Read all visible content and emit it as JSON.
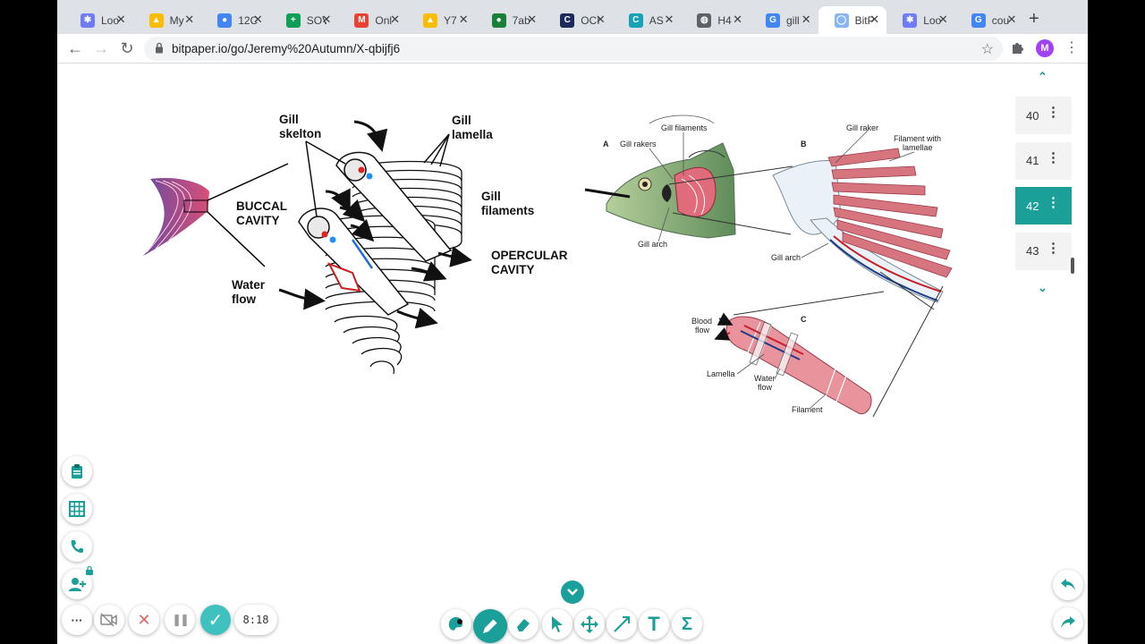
{
  "browser": {
    "tabs": [
      {
        "title": "Loo",
        "color": "#6f7bf7",
        "glyph": "✱",
        "icon": "looms-icon"
      },
      {
        "title": "My",
        "color": "#fbbc04",
        "glyph": "▲",
        "icon": "drive-icon"
      },
      {
        "title": "12C",
        "color": "#4285f4",
        "glyph": "●",
        "icon": "classroom-icon"
      },
      {
        "title": "SOV",
        "color": "#0f9d58",
        "glyph": "+",
        "icon": "sheets-icon"
      },
      {
        "title": "Onl",
        "color": "#ea4335",
        "glyph": "M",
        "icon": "gmail-icon"
      },
      {
        "title": "Y7",
        "color": "#fbbc04",
        "glyph": "▲",
        "icon": "drive-icon"
      },
      {
        "title": "7ab",
        "color": "#188038",
        "glyph": "●",
        "icon": "classroom-icon"
      },
      {
        "title": "OCI",
        "color": "#1a2b5c",
        "glyph": "C",
        "icon": "ocr-icon"
      },
      {
        "title": "AS",
        "color": "#18a2b5",
        "glyph": "C",
        "icon": "site-icon"
      },
      {
        "title": "H4",
        "color": "#5f6368",
        "glyph": "◍",
        "icon": "globe-icon"
      },
      {
        "title": "gill",
        "color": "#4285f4",
        "glyph": "G",
        "icon": "google-icon"
      },
      {
        "title": "BitP",
        "color": "#8ab4f8",
        "glyph": "◯",
        "icon": "bitpaper-icon"
      },
      {
        "title": "Loo",
        "color": "#6f7bf7",
        "glyph": "✱",
        "icon": "looms-icon"
      },
      {
        "title": "cou",
        "color": "#4285f4",
        "glyph": "G",
        "icon": "google-icon"
      }
    ],
    "active_tab": 11,
    "close_glyph": "✕",
    "new_tab_glyph": "+",
    "url": "bitpaper.io/go/Jeremy%20Autumn/X-qbijfj6",
    "star_glyph": "☆",
    "profile_initial": "M",
    "menu_glyph": "⋮",
    "back_glyph": "←",
    "forward_glyph": "→",
    "reload_glyph": "↻"
  },
  "diagram_left": {
    "gill_skelton": [
      "Gill",
      "skelton"
    ],
    "gill_lamella": [
      "Gill",
      "lamella"
    ],
    "gill_filaments": [
      "Gill",
      "filaments"
    ],
    "buccal_cavity": [
      "BUCCAL",
      "CAVITY"
    ],
    "opercular_cavity": [
      "OPERCULAR",
      "CAVITY"
    ],
    "water_flow": [
      "Water",
      "flow"
    ]
  },
  "diagram_right": {
    "label_a": "A",
    "label_b": "B",
    "label_c": "C",
    "gill_filaments": "Gill filaments",
    "gill_rakers": "Gill rakers",
    "gill_arch_a": "Gill arch",
    "gill_raker": "Gill raker",
    "filament_with_lamellae": [
      "Filament with",
      "lamellae"
    ],
    "gill_arch_b": "Gill arch",
    "blood_flow": [
      "Blood",
      "flow"
    ],
    "lamella": "Lamella",
    "water_flow": [
      "Water",
      "flow"
    ],
    "filament": "Filament"
  },
  "pages": {
    "items": [
      {
        "number": "40",
        "menu": "⋮"
      },
      {
        "number": "41",
        "menu": "⋮"
      },
      {
        "number": "42",
        "menu": "⋮"
      },
      {
        "number": "43",
        "menu": "⋮"
      }
    ],
    "active": 2,
    "up_glyph": "⌃",
    "down_glyph": "⌄"
  },
  "session": {
    "timer": "8:18",
    "more_glyph": "···",
    "cancel_glyph": "✕",
    "pause_glyph": "❚❚",
    "confirm_glyph": "✓"
  },
  "toolbar": {
    "text_glyph": "T",
    "formula_glyph": "Σ"
  },
  "colors": {
    "accent": "#1a9f99",
    "gill_red": "#d45a6a",
    "gill_pink": "#f0b0b8",
    "fish_green": "#9fbf84"
  }
}
